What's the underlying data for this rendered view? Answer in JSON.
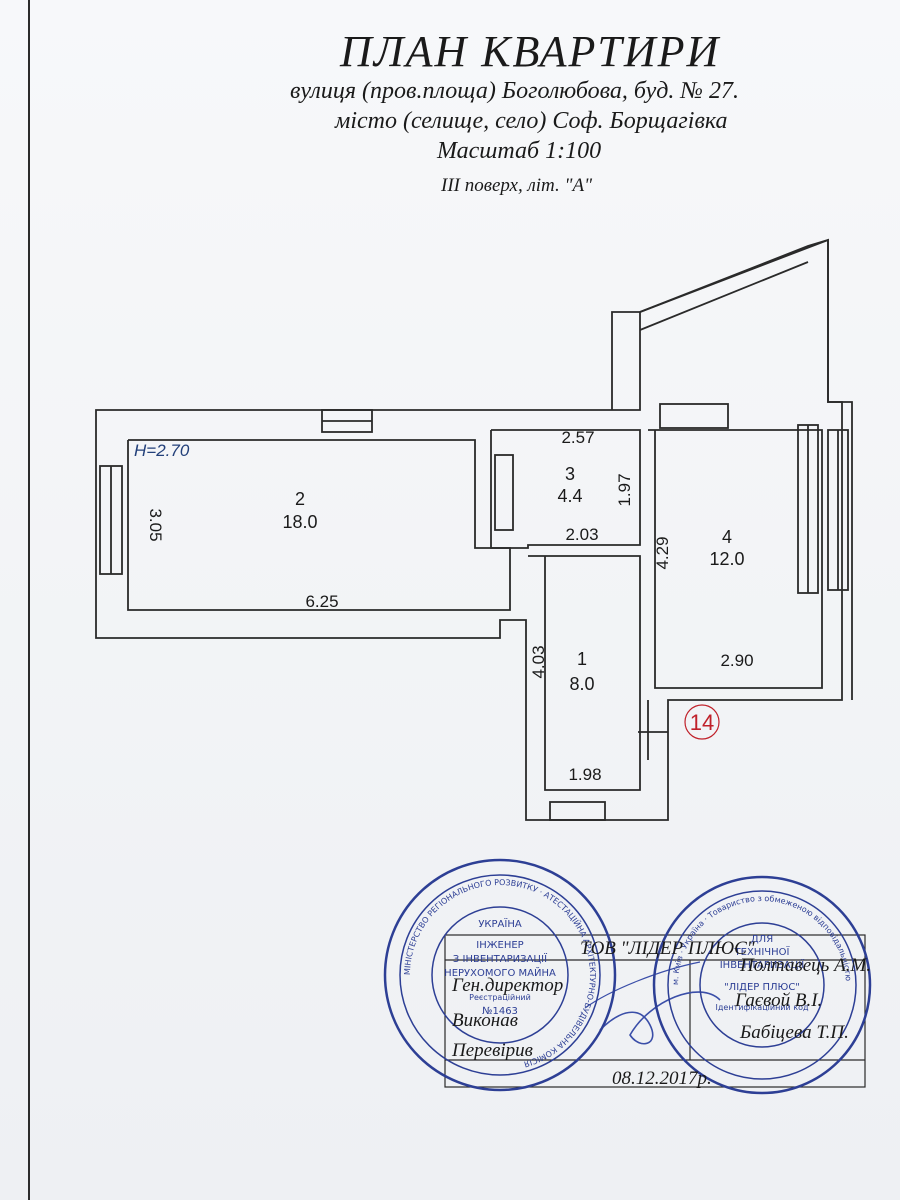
{
  "header": {
    "title": "ПЛАН КВАРТИРИ",
    "street_line": "вулиця (пров.площа) Боголюбова, буд. № 27.",
    "city_line": "місто (селище, село) Соф. Борщагівка",
    "scale_line": "Масштаб 1:100",
    "floor_line": "III поверх, літ. \"А\""
  },
  "plan": {
    "height_label": "H=2.70",
    "rooms": [
      {
        "number": "1",
        "area": "8.0"
      },
      {
        "number": "2",
        "area": "18.0"
      },
      {
        "number": "3",
        "area": "4.4"
      },
      {
        "number": "4",
        "area": "12.0"
      }
    ],
    "dimensions": {
      "room2_height": "3.05",
      "room2_width": "6.25",
      "room3_top": "2.57",
      "room3_side": "1.97",
      "room3_bottom": "2.03",
      "room4_side": "4.29",
      "room4_bottom": "2.90",
      "room1_side": "4.03",
      "room1_bottom": "1.98"
    },
    "apartment_marker": "14"
  },
  "signoff": {
    "company": "ТОВ \"ЛІДЕР ПЛЮС\"",
    "director_label": "Ген.директор",
    "director_name": "Полтавець А.М.",
    "performed_label": "Виконав",
    "performed_name": "Гаєвой В.І.",
    "checked_label": "Перевірив",
    "checked_name": "Бабіцева Т.П.",
    "date": "08.12.2017р."
  },
  "stamp_left": {
    "center_lines": [
      "УКРАЇНА",
      "ІНЖЕНЕР",
      "З ІНВЕНТАРИЗАЦІЇ",
      "НЕРУХОМОГО МАЙНА",
      "Реєстраційний",
      "№1463"
    ],
    "ring_text": "МІНІСТЕРСТВО РЕГІОНАЛЬНОГО РОЗВИТКУ · АТЕСТАЦІЙНА АРХІТЕКТУРНО-БУДІВЕЛЬНА КОМІСІЯ"
  },
  "stamp_right": {
    "center_lines": [
      "ДЛЯ",
      "ТЕХНІЧНОЇ",
      "ІНВЕНТАРИЗАЦІЇ",
      "\"ЛІДЕР ПЛЮС\"",
      "Ідентифікаційний код"
    ],
    "ring_text": "м. Київ · Україна · Товариство з обмеженою відповідальністю"
  },
  "colors": {
    "ink": "#1a1a1a",
    "stamp_blue": "#2d3f95",
    "marker_red": "#c0202a"
  }
}
